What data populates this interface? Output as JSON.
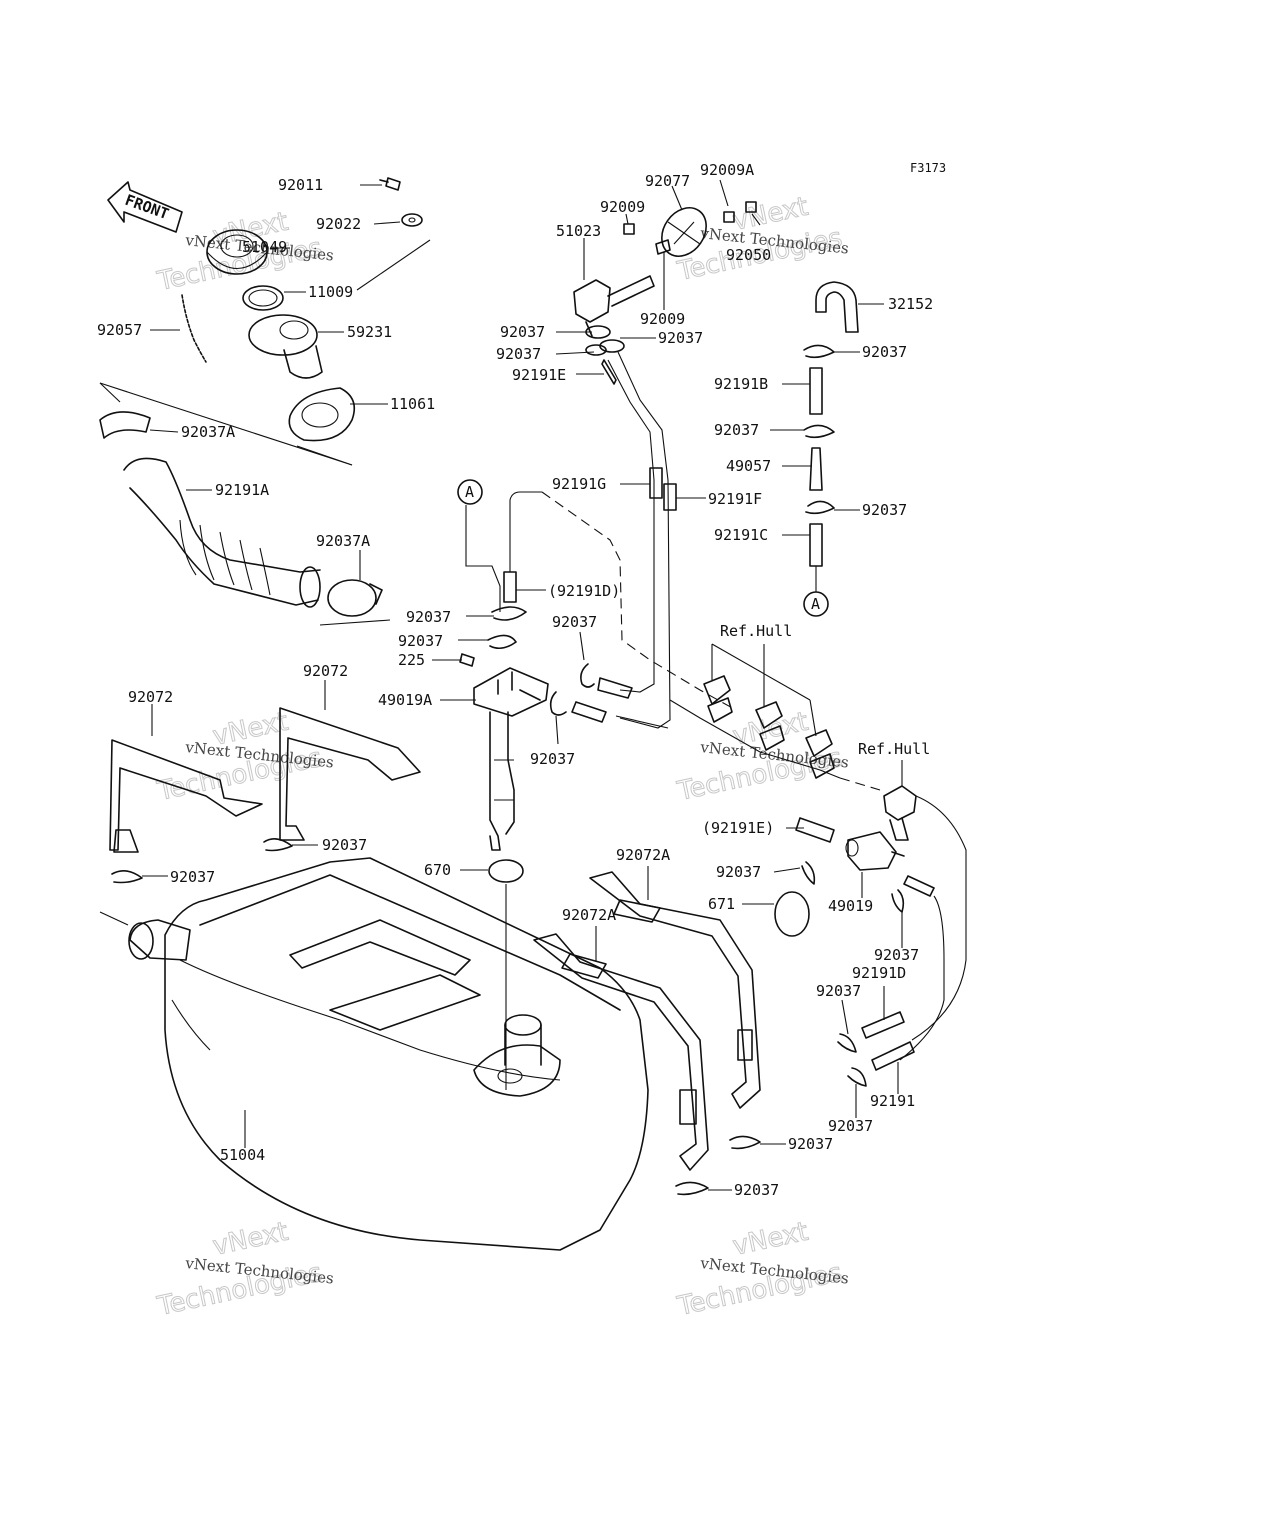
{
  "figure_code": "F3173",
  "front_label": "FRONT",
  "ref_label": "A",
  "watermark": {
    "line1": "vNext Technologies",
    "line2": "vNext",
    "line3": "Technologies"
  },
  "labels": {
    "p92011": "92011",
    "p92022": "92022",
    "p51049": "51049",
    "p11009": "11009",
    "p92057": "92057",
    "p59231": "59231",
    "p11061": "11061",
    "p92037A_1": "92037A",
    "p92191A": "92191A",
    "p92037A_2": "92037A",
    "p92072_1": "92072",
    "p92072_2": "92072",
    "p92037_l1": "92037",
    "p92037_l2": "92037",
    "p51004": "51004",
    "p670": "670",
    "p92009A": "92009A",
    "p92077": "92077",
    "p92009_1": "92009",
    "p51023": "51023",
    "p92050": "92050",
    "p92009_2": "92009",
    "p92037_c1": "92037",
    "p92037_c2": "92037",
    "p92037_c3": "92037",
    "p92191E": "92191E",
    "p92191G": "92191G",
    "p92191F": "92191F",
    "p92191D_paren": "(92191D)",
    "p92037_c4": "92037",
    "p92037_c5": "92037",
    "p225": "225",
    "p49019A": "49019A",
    "p92037_c6": "92037",
    "p92037_c7": "92037",
    "p32152": "32152",
    "p92037_r1": "92037",
    "p92191B": "92191B",
    "p92037_r2": "92037",
    "p49057": "49057",
    "p92037_r3": "92037",
    "p92191C": "92191C",
    "refhull_1": "Ref.Hull",
    "refhull_2": "Ref.Hull",
    "p92191E_paren": "(92191E)",
    "p92037_r4": "92037",
    "p671": "671",
    "p49019": "49019",
    "p92072A_1": "92072A",
    "p92072A_2": "92072A",
    "p92037_r5": "92037",
    "p92191D": "92191D",
    "p92037_r6": "92037",
    "p92191": "92191",
    "p92037_r7": "92037",
    "p92037_r8": "92037",
    "p92037_r9": "92037"
  }
}
